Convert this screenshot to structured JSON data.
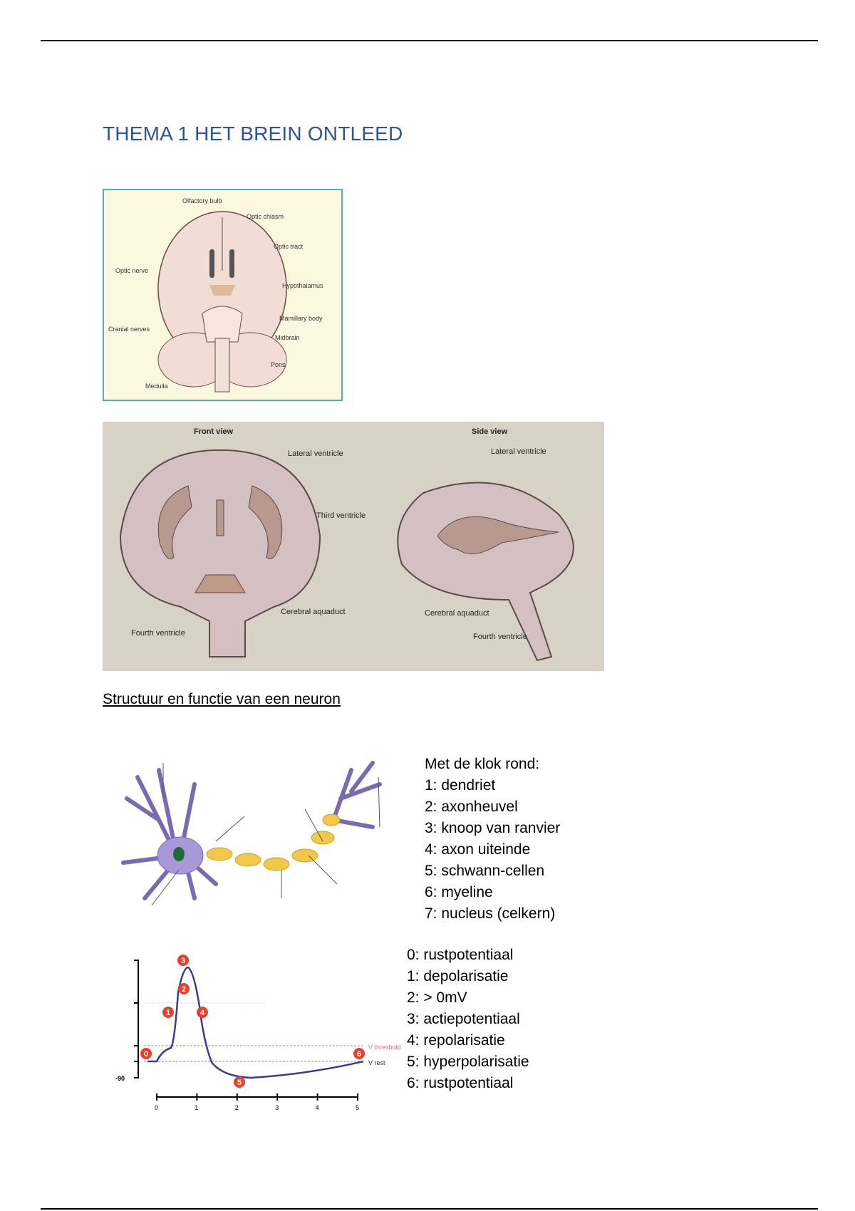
{
  "title": "THEMA 1 HET BREIN ONTLEED",
  "figure1": {
    "labels": [
      "Olfactory bulb",
      "Optic chiasm",
      "Optic tract",
      "Optic nerve",
      "Hypothalamus",
      "Mamillary body",
      "Cranial nerves",
      "Midbrain",
      "Pons",
      "Medulla"
    ]
  },
  "figure2": {
    "front_title": "Front view",
    "side_title": "Side view",
    "front_labels": [
      "Lateral ventricle",
      "Third ventricle",
      "Cerebral aquaduct",
      "Fourth ventricle"
    ],
    "side_labels": [
      "Lateral ventricle",
      "Cerebral aquaduct",
      "Fourth ventricle"
    ]
  },
  "subheading": "Structuur en functie van een neuron",
  "neuron_list": {
    "intro": "Met de klok rond:",
    "items": [
      "1: dendriet",
      "2: axonheuvel",
      "3: knoop van ranvier",
      "4: axon uiteinde",
      "5: schwann-cellen",
      "6: myeline",
      "7: nucleus (celkern)"
    ]
  },
  "ap_graph": {
    "y_label": "-90",
    "x_ticks": [
      "0",
      "1",
      "2",
      "3",
      "4",
      "5"
    ],
    "markers": [
      "0",
      "1",
      "2",
      "3",
      "4",
      "5",
      "6"
    ],
    "threshold_label": "V threshold",
    "rest_label": "V rest",
    "accent": "#e8402a",
    "line_color": "#3a3a8c"
  },
  "ap_list": {
    "items": [
      "0: rustpotentiaal",
      "1: depolarisatie",
      "2: > 0mV",
      "3: actiepotentiaal",
      "4: repolarisatie",
      "5: hyperpolarisatie",
      "6: rustpotentiaal"
    ]
  }
}
